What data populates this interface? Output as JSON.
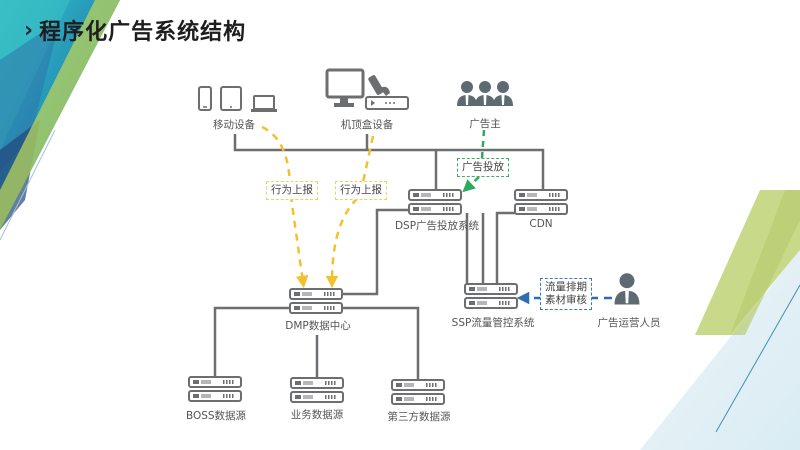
{
  "slide": {
    "title": "程序化广告系统结构",
    "title_marker_icon": "double-chevron-right-icon"
  },
  "colors": {
    "line_gray": "#6d6e70",
    "icon_gray": "#5d6a72",
    "flow_yellow": "#f2c12e",
    "flow_green": "#2eaa5c",
    "flow_blue": "#2f6db3",
    "deco_teal": "#2fb5c0",
    "deco_lime": "#c9d98a"
  },
  "nodes": {
    "mobile_devices": {
      "label": "移动设备",
      "icons": [
        "smartphone-icon",
        "tablet-icon",
        "laptop-icon"
      ]
    },
    "set_top_box": {
      "label": "机顶盒设备",
      "icons": [
        "monitor-icon",
        "remote-control-icon",
        "set-top-box-icon"
      ]
    },
    "advertiser": {
      "label": "广告主",
      "icon": "user-group-icon"
    },
    "dsp": {
      "label": "DSP广告投放系统",
      "icon": "server-icon"
    },
    "cdn": {
      "label": "CDN",
      "icon": "server-icon"
    },
    "dmp": {
      "label": "DMP数据中心",
      "icon": "server-icon"
    },
    "ssp": {
      "label": "SSP流量管控系统",
      "icon": "server-icon"
    },
    "ad_ops": {
      "label": "广告运营人员",
      "icon": "user-icon"
    },
    "boss_source": {
      "label": "BOSS数据源",
      "icon": "server-icon"
    },
    "business_source": {
      "label": "业务数据源",
      "icon": "server-icon"
    },
    "third_party_source": {
      "label": "第三方数据源",
      "icon": "server-icon"
    }
  },
  "flows": {
    "behavior_report_1": {
      "label": "行为上报",
      "from": "移动设备",
      "to": "DMP数据中心"
    },
    "behavior_report_2": {
      "label": "行为上报",
      "from": "机顶盒设备",
      "to": "DMP数据中心"
    },
    "ad_delivery": {
      "label": "广告投放",
      "from": "广告主",
      "to": "DSP广告投放系统"
    },
    "traffic_scheduling": {
      "label_line1": "流量排期",
      "label_line2": "素材审核",
      "from": "广告运营人员",
      "to": "SSP流量管控系统"
    }
  }
}
